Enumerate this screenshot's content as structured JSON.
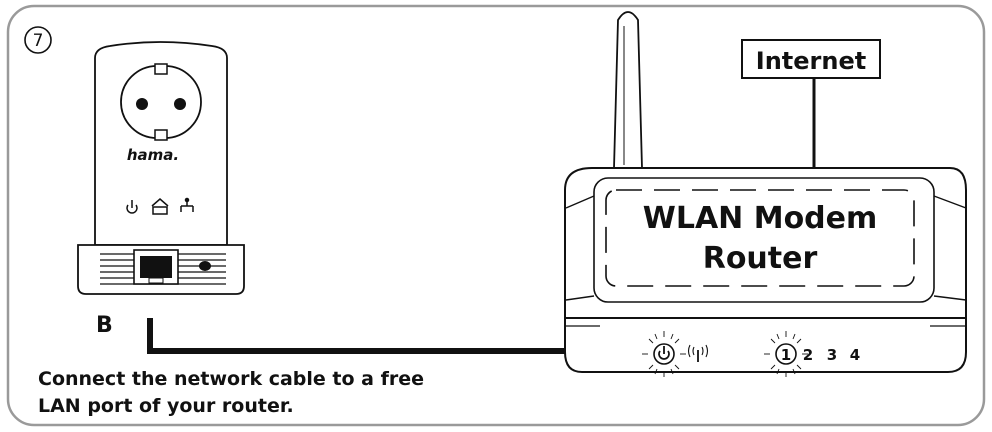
{
  "step_number": "7",
  "adapter": {
    "label": "B",
    "brand": "hama."
  },
  "internet_label": "Internet",
  "router": {
    "line1": "WLAN Modem",
    "line2": "Router",
    "ports": [
      "1",
      "2",
      "3",
      "4"
    ]
  },
  "instruction": {
    "line1": "Connect the network cable to a free",
    "line2": "LAN port of your router."
  },
  "icons": {
    "adapter_leds": [
      "power-icon",
      "home-icon",
      "network-icon"
    ],
    "router_leds": [
      "power-icon",
      "wifi-icon"
    ]
  }
}
